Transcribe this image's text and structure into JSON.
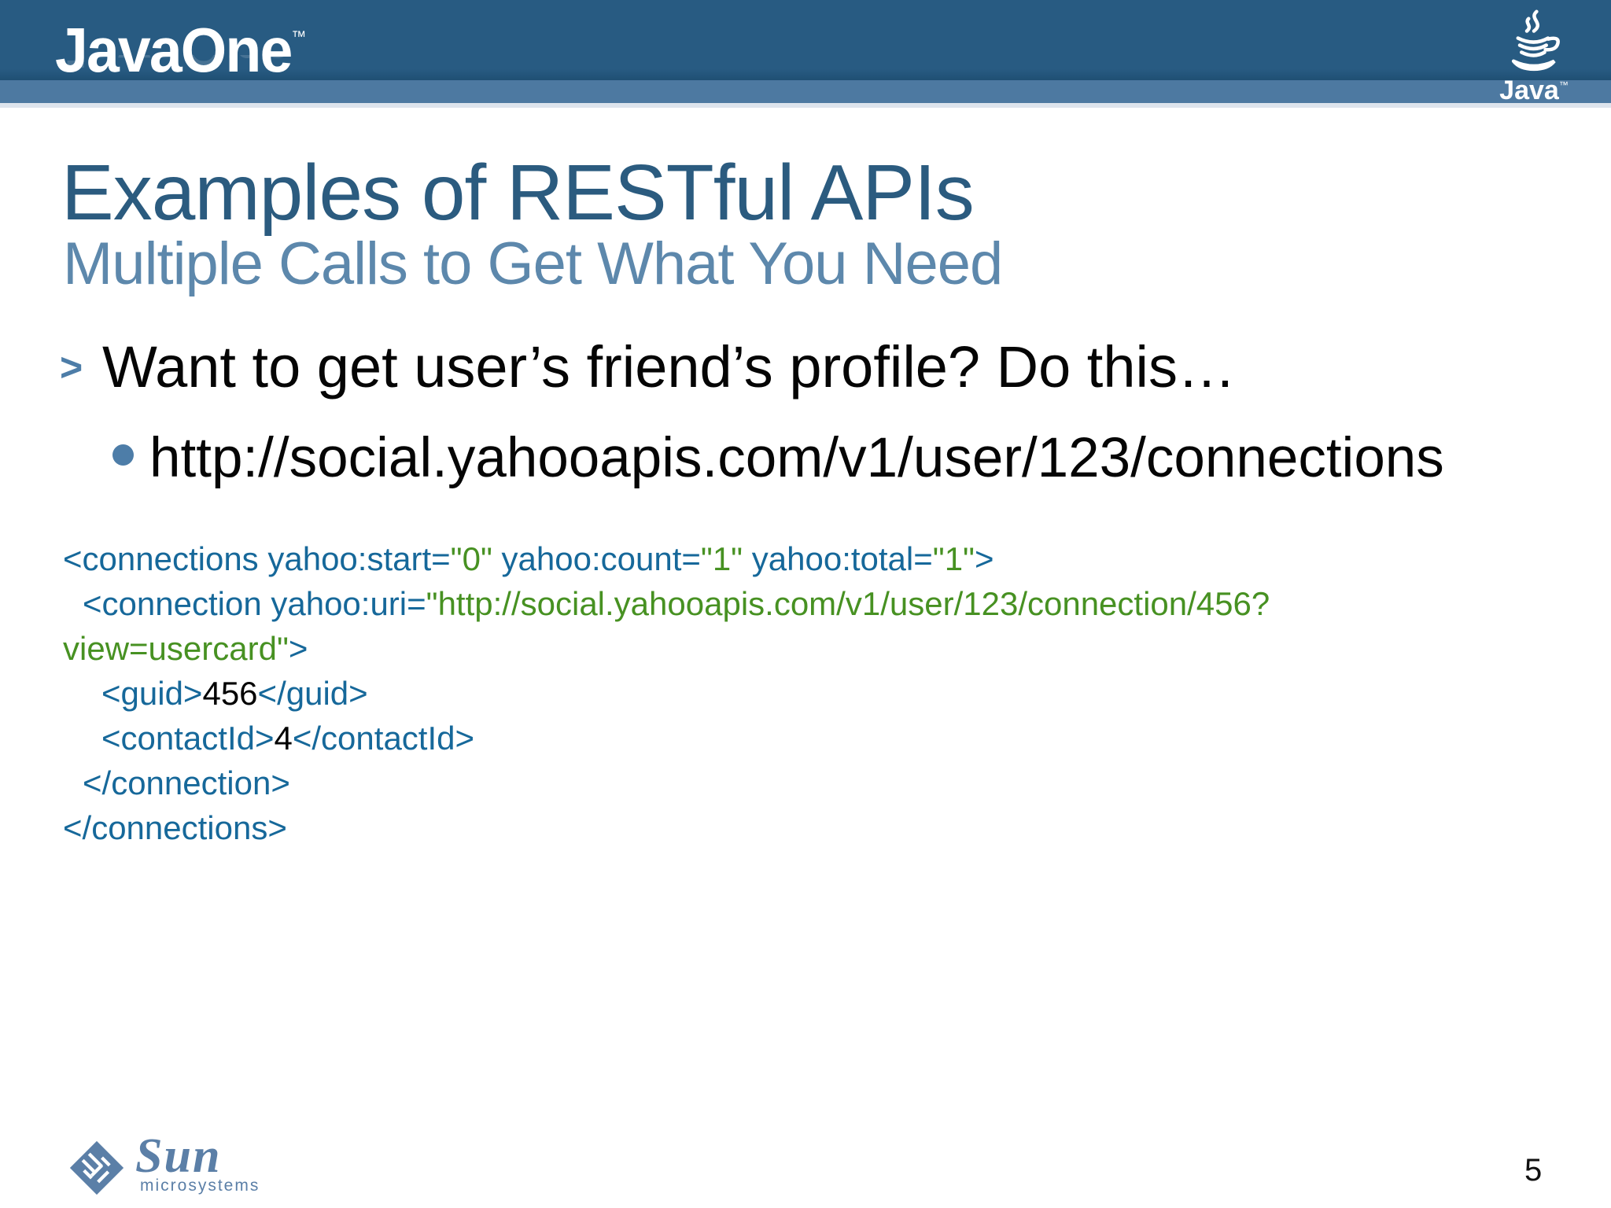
{
  "colors": {
    "header-dark": "#285b82",
    "header-strip": "#4d79a1",
    "header-pale": "#dde4ed",
    "title": "#2b5b7f",
    "subtitle": "#5d88ac",
    "marker": "#4d7da8",
    "tag": "#16689a",
    "val": "#479122",
    "codetext": "#000000",
    "sun": "#5b7fa7"
  },
  "header": {
    "brand": "JavaOne",
    "brand_tm": "™",
    "java_logo_label": "Java",
    "java_logo_tm": "™",
    "java_cup_icon": "java-coffee-cup-icon"
  },
  "slide": {
    "title": "Examples of RESTful APIs",
    "subtitle": "Multiple Calls to Get What You Need",
    "bullets": [
      {
        "level": 1,
        "marker": ">",
        "text": "Want to get user’s friend’s profile? Do this…"
      },
      {
        "level": 2,
        "marker": "•",
        "text": "http://social.yahooapis.com/v1/user/123/connections"
      }
    ],
    "code": {
      "lines": [
        {
          "indent": 0,
          "segments": [
            {
              "t": "<connections yahoo:start=",
              "c": "tag"
            },
            {
              "t": "\"0\"",
              "c": "val"
            },
            {
              "t": " yahoo:count=",
              "c": "tag"
            },
            {
              "t": "\"1\"",
              "c": "val"
            },
            {
              "t": " yahoo:total=",
              "c": "tag"
            },
            {
              "t": "\"1\"",
              "c": "val"
            },
            {
              "t": ">",
              "c": "tag"
            }
          ]
        },
        {
          "indent": 1,
          "segments": [
            {
              "t": "<connection yahoo:uri=",
              "c": "tag"
            },
            {
              "t": "\"http://social.yahooapis.com/v1/user/123/connection/456?",
              "c": "val"
            }
          ]
        },
        {
          "indent": 0,
          "segments": [
            {
              "t": "view=usercard\"",
              "c": "val"
            },
            {
              "t": ">",
              "c": "tag"
            }
          ]
        },
        {
          "indent": 2,
          "segments": [
            {
              "t": "<guid>",
              "c": "tag"
            },
            {
              "t": "456",
              "c": "text"
            },
            {
              "t": "</guid>",
              "c": "tag"
            }
          ]
        },
        {
          "indent": 2,
          "segments": [
            {
              "t": "<contactId>",
              "c": "tag"
            },
            {
              "t": "4",
              "c": "text"
            },
            {
              "t": "</contactId>",
              "c": "tag"
            }
          ]
        },
        {
          "indent": 1,
          "segments": [
            {
              "t": "</connection>",
              "c": "tag"
            }
          ]
        },
        {
          "indent": 0,
          "segments": [
            {
              "t": "</connections>",
              "c": "tag"
            }
          ]
        }
      ]
    }
  },
  "footer": {
    "sun_logo": {
      "name": "Sun",
      "sub": "microsystems",
      "icon": "sun-diamond-icon"
    },
    "page_number": "5"
  }
}
